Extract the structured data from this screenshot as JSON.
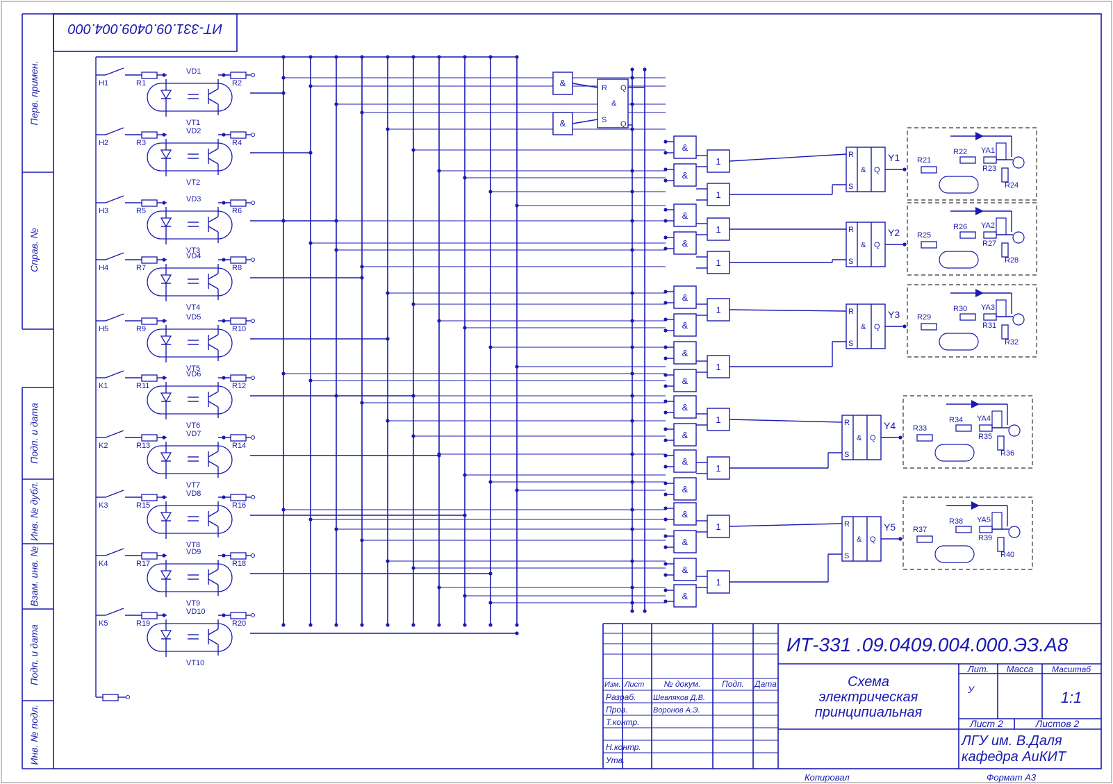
{
  "stamp_top": "ИТ-331.09.0409.004.000",
  "side_labels": {
    "perv": "Перв. примен.",
    "sprav": "Справ. №",
    "podp_data_1": "Подп. и дата",
    "inv_dubl": "Инв. № дубл.",
    "vzam_inv": "Взам. инв. №",
    "podp_data_2": "Подп. и дата",
    "inv_podl": "Инв. № подл."
  },
  "inputs": [
    {
      "sw": "H1",
      "rin": "R1",
      "vd": "VD1",
      "vt": "VT1",
      "rout": "R2"
    },
    {
      "sw": "H2",
      "rin": "R3",
      "vd": "VD2",
      "vt": "VT2",
      "rout": "R4"
    },
    {
      "sw": "H3",
      "rin": "R5",
      "vd": "VD3",
      "vt": "VT3",
      "rout": "R6"
    },
    {
      "sw": "H4",
      "rin": "R7",
      "vd": "VD4",
      "vt": "VT4",
      "rout": "R8"
    },
    {
      "sw": "H5",
      "rin": "R9",
      "vd": "VD5",
      "vt": "VT5",
      "rout": "R10"
    },
    {
      "sw": "K1",
      "rin": "R11",
      "vd": "VD6",
      "vt": "VT6",
      "rout": "R12"
    },
    {
      "sw": "K2",
      "rin": "R13",
      "vd": "VD7",
      "vt": "VT7",
      "rout": "R14"
    },
    {
      "sw": "K3",
      "rin": "R15",
      "vd": "VD8",
      "vt": "VT8",
      "rout": "R16"
    },
    {
      "sw": "K4",
      "rin": "R17",
      "vd": "VD9",
      "vt": "VT9",
      "rout": "R18"
    },
    {
      "sw": "K5",
      "rin": "R19",
      "vd": "VD10",
      "vt": "VT10",
      "rout": "R20"
    }
  ],
  "logic": {
    "and": "&",
    "or": "1",
    "r": "R",
    "s": "S",
    "q": "Q"
  },
  "outputs": [
    {
      "y": "Y1",
      "ra": "R21",
      "rb": "R22",
      "ya": "YA1",
      "rc": "R23",
      "rd": "R24"
    },
    {
      "y": "Y2",
      "ra": "R25",
      "rb": "R26",
      "ya": "YA2",
      "rc": "R27",
      "rd": "R28"
    },
    {
      "y": "Y3",
      "ra": "R29",
      "rb": "R30",
      "ya": "YA3",
      "rc": "R31",
      "rd": "R32"
    },
    {
      "y": "Y4",
      "ra": "R33",
      "rb": "R34",
      "ya": "YA4",
      "rc": "R35",
      "rd": "R36"
    },
    {
      "y": "Y5",
      "ra": "R37",
      "rb": "R38",
      "ya": "YA5",
      "rc": "R39",
      "rd": "R40"
    }
  ],
  "title_block": {
    "designation": "ИТ-331 .09.0409.004.000.ЭЗ.А8",
    "name_line1": "Схема",
    "name_line2": "электрическая",
    "name_line3": "принципиальная",
    "col_izm": "Изм.",
    "col_list": "Лист",
    "col_doc": "№ докум.",
    "col_podp": "Подп.",
    "col_data": "Дата",
    "razrab": "Разраб.",
    "razrab_name": "Шевляков Д.В.",
    "prov": "Пров.",
    "prov_name": "Воронов А.Э.",
    "tkontr": "Т.контр.",
    "nkontr": "Н.контр.",
    "utv": "Утв.",
    "lit": "Лит.",
    "massa": "Масса",
    "masshtab": "Масштаб",
    "lit_value": "У",
    "scale": "1:1",
    "sheet": "Лист  2",
    "sheets": "Листов  2",
    "org_line1": "ЛГУ  им. В.Даля",
    "org_line2": "кафедра АиКИТ",
    "kopiroval": "Копировал",
    "format": "Формат  А3"
  }
}
